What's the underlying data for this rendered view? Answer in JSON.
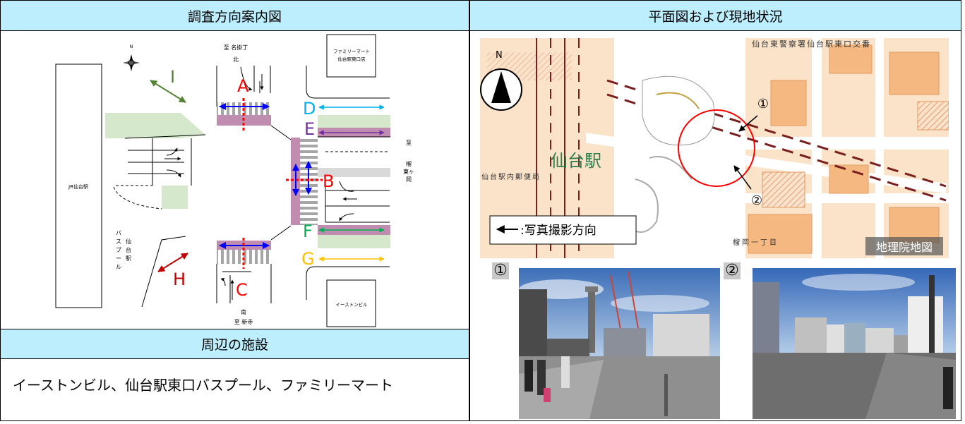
{
  "headers": {
    "left_title": "調査方向案内図",
    "right_title": "平面図および現地状況",
    "facilities_title": "周辺の施設"
  },
  "facilities": {
    "text": "イーストンビル、仙台駅東口バスプール、ファミリーマート"
  },
  "diagram": {
    "north_arrow": "N",
    "to_north_1": "至 名掛丁",
    "to_north_2": "北",
    "famima_1": "ファミリーマート",
    "famima_2": "仙台駅東口店",
    "jr_station": "JR仙台駅",
    "bus_pool": "バスプール",
    "sendai_station": "仙台駅",
    "to_east_1": "至",
    "to_east_2": "榴",
    "to_east_3": "東ヶ",
    "to_east_4": "岡",
    "easton": "イーストンビル",
    "to_south_1": "南",
    "to_south_2": "至 新寺",
    "letters": {
      "A": "A",
      "B": "B",
      "C": "C",
      "D": "D",
      "E": "E",
      "F": "F",
      "G": "G",
      "H": "H",
      "I": "I"
    },
    "colors": {
      "red": "#ff0000",
      "blue": "#0000ff",
      "cyan": "#00b0f0",
      "purple": "#7030a0",
      "green": "#00b050",
      "orange": "#ffc000",
      "darkred": "#c00000",
      "darkgreen": "#548235",
      "pink": "#c08cb0",
      "lightgreen": "#d9ead3"
    }
  },
  "map": {
    "north": "N",
    "top_label": "仙台東警察署仙台駅東口交番",
    "station_label": "仙台駅",
    "post_office": "仙台駅内郵便局",
    "district": "榴岡一丁目",
    "legend": "←: 写真撮影方向",
    "legend_text": ":写真撮影方向",
    "gsi": "地理院地図",
    "marker1": "①",
    "marker2": "②"
  },
  "photos": {
    "p1_label": "①",
    "p2_label": "②"
  }
}
